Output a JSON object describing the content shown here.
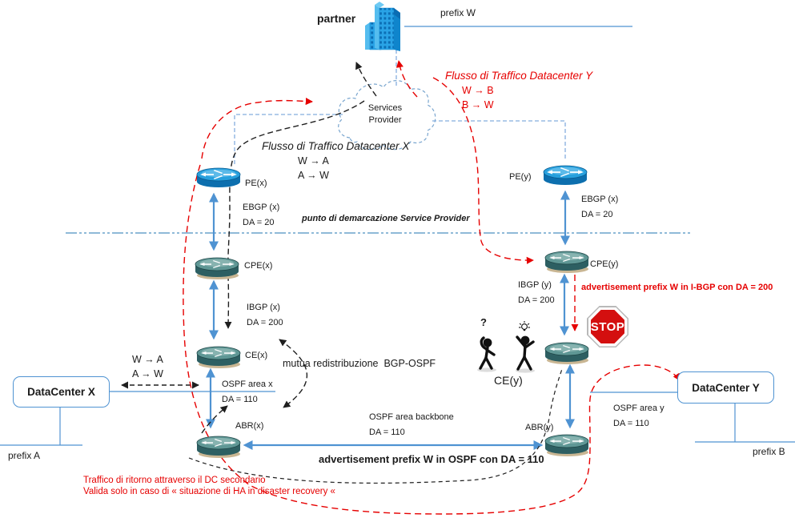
{
  "colors": {
    "accent_blue": "#4f93d2",
    "light_blue_dashed": "#85aede",
    "demarcation_blue": "#6aa3cc",
    "flow_red": "#e60000",
    "router_teal": "#2d5f62",
    "router_blue": "#0d6fae",
    "stop_red": "#d40f0f"
  },
  "partner": {
    "label": "partner",
    "prefix_label": "prefix W"
  },
  "cloud": {
    "line1": "Services",
    "line2": "Provider"
  },
  "flows": {
    "y": {
      "title": "Flusso di Traffico Datacenter Y",
      "line1": "W → B",
      "line2": "B → W"
    },
    "x": {
      "title": "Flusso di Traffico Datacenter X",
      "line1": "W → A",
      "line2": "A → W"
    },
    "dc_x": {
      "line1": "W → A",
      "line2": "A → W"
    }
  },
  "routers": {
    "pe_x": {
      "label": "PE(x)"
    },
    "cpe_x": {
      "label": "CPE(x)"
    },
    "ce_x": {
      "label": "CE(x)"
    },
    "abr_x": {
      "label": "ABR(x)"
    },
    "pe_y": {
      "label": "PE(y)"
    },
    "cpe_y": {
      "label": "CPE(y)"
    },
    "ce_y": {
      "label": "CE(y)"
    },
    "abr_y": {
      "label": "ABR(y)"
    }
  },
  "links": {
    "ebgp_x": {
      "line1": "EBGP (x)",
      "line2": "DA = 20"
    },
    "ebgp_y": {
      "line1": "EBGP (x)",
      "line2": "DA = 20"
    },
    "ibgp_x": {
      "line1": "IBGP (x)",
      "line2": "DA = 200"
    },
    "ibgp_y": {
      "line1": "IBGP (y)",
      "line2": "DA = 200"
    },
    "ospf_x": {
      "line1": "OSPF area x",
      "line2": "DA = 110"
    },
    "ospf_y": {
      "line1": "OSPF area y",
      "line2": "DA = 110"
    },
    "ospf_backbone": {
      "line1": "OSPF area backbone",
      "line2": "DA = 110"
    }
  },
  "annotations": {
    "demarcation": "punto di demarcazione Service Provider",
    "mutua_redistribuzione": "mutua redistribuzione  BGP-OSPF",
    "adv_ibgp": "advertisement prefix W in I-BGP con DA = 200",
    "adv_ospf": "advertisement prefix W in OSPF con DA = 110",
    "return_line1": "Traffico di ritorno attraverso il DC secondario",
    "return_line2": "Valida solo in caso di « situazione di HA in disaster recovery «",
    "stop_label": "STOP",
    "question_mark": "?"
  },
  "datacenters": {
    "x": {
      "label": "DataCenter X",
      "prefix_label": "prefix A"
    },
    "y": {
      "label": "DataCenter Y",
      "prefix_label": "prefix B"
    }
  }
}
